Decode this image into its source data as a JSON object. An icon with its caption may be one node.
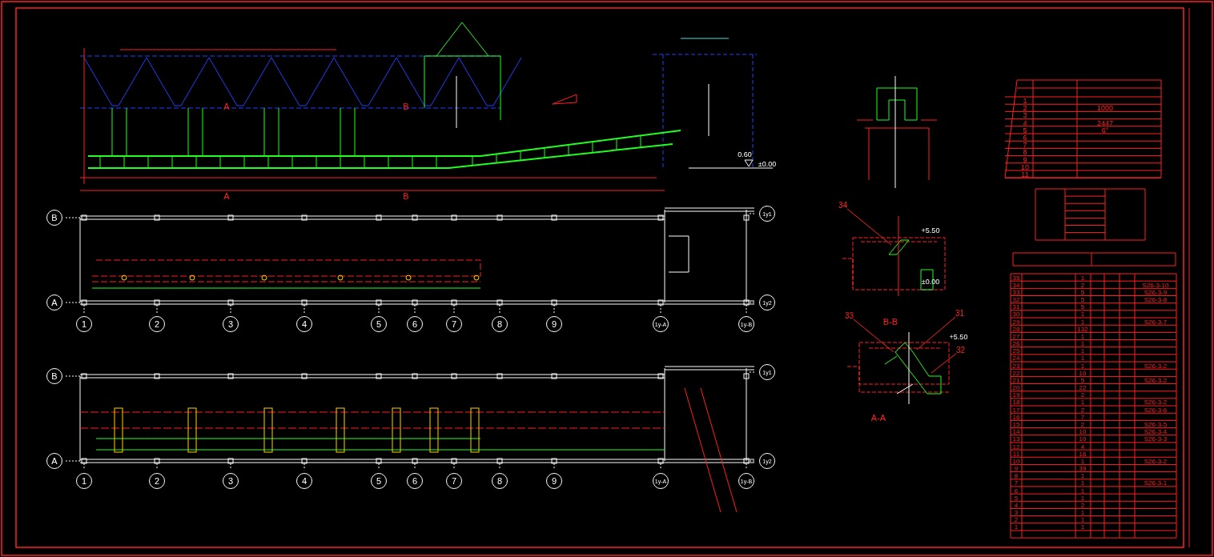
{
  "diagram": {
    "nodes": [
      {
        "text": [
          "B"
        ]
      },
      {
        "text": [
          "1y1"
        ]
      },
      {
        "text": [
          "A"
        ]
      },
      {
        "text": [
          "1y2"
        ]
      },
      {
        "text": [
          "1"
        ]
      },
      {
        "text": [
          "2"
        ]
      },
      {
        "text": [
          "3"
        ]
      },
      {
        "text": [
          "4"
        ]
      },
      {
        "text": [
          "5"
        ]
      },
      {
        "text": [
          "6"
        ]
      },
      {
        "text": [
          "7"
        ]
      },
      {
        "text": [
          "8"
        ]
      },
      {
        "text": [
          "9"
        ]
      },
      {
        "text": [
          "1y-A"
        ]
      },
      {
        "text": [
          "1y-B"
        ]
      },
      {
        "text": [
          "B"
        ]
      },
      {
        "text": [
          "1y1"
        ]
      },
      {
        "text": [
          "A"
        ]
      },
      {
        "text": [
          "1y2"
        ]
      },
      {
        "text": [
          "1"
        ]
      },
      {
        "text": [
          "2"
        ]
      },
      {
        "text": [
          "3"
        ]
      },
      {
        "text": [
          "4"
        ]
      },
      {
        "text": [
          "5"
        ]
      },
      {
        "text": [
          "6"
        ]
      },
      {
        "text": [
          "7"
        ]
      },
      {
        "text": [
          "8"
        ]
      },
      {
        "text": [
          "9"
        ]
      },
      {
        "text": [
          "1y-A"
        ]
      },
      {
        "text": [
          "1y-B"
        ]
      },
      {
        "text": [
          "34"
        ]
      },
      {
        "text": [
          "33"
        ]
      },
      {
        "text": [
          "31"
        ]
      },
      {
        "text": [
          "32"
        ]
      }
    ],
    "edges": [
      {
        "from": 30,
        "to": null,
        "arrow": "none"
      },
      {
        "from": 31,
        "to": null,
        "arrow": "none"
      },
      {
        "from": 32,
        "to": null,
        "arrow": "none"
      },
      {
        "from": 33,
        "to": null,
        "arrow": "none"
      }
    ],
    "labels": [
      "±0.00",
      "0.60",
      "A",
      "B",
      "A",
      "B",
      "+5.50",
      "±0.00",
      "B-B",
      "+5.50",
      "A-A",
      "1",
      "2",
      "3",
      "4",
      "5",
      "6",
      "7",
      "8",
      "9",
      "10",
      "11",
      "1000",
      "2447",
      "6°",
      "35",
      "1",
      "34",
      "2",
      "S26-3-10",
      "33",
      "5",
      "S26-3-9",
      "32",
      "5",
      "S26-3-8",
      "31",
      "5",
      "30",
      "1",
      "29",
      "1",
      "S26-3-7",
      "28",
      "132",
      "27",
      "1",
      "26",
      "1",
      "25",
      "1",
      "24",
      "1",
      "23",
      "1",
      "S26-3-2",
      "22",
      "10",
      "21",
      "5",
      "S26-3-2",
      "20",
      "22",
      "19",
      "2",
      "18",
      "1",
      "S26-3-2",
      "17",
      "2",
      "S26-3-6",
      "16",
      "7",
      "15",
      "2",
      "S26-3-5",
      "14",
      "10",
      "S26-3-4",
      "13",
      "10",
      "S26-3-3",
      "12",
      "4",
      "11",
      "16",
      "10",
      "1",
      "S26-3-2",
      "9",
      "39",
      "8",
      "1",
      "7",
      "1",
      "S26-3-1",
      "6",
      "1",
      "5",
      "1",
      "4",
      "2",
      "3",
      "1",
      "2",
      "1",
      "1",
      "1"
    ]
  }
}
